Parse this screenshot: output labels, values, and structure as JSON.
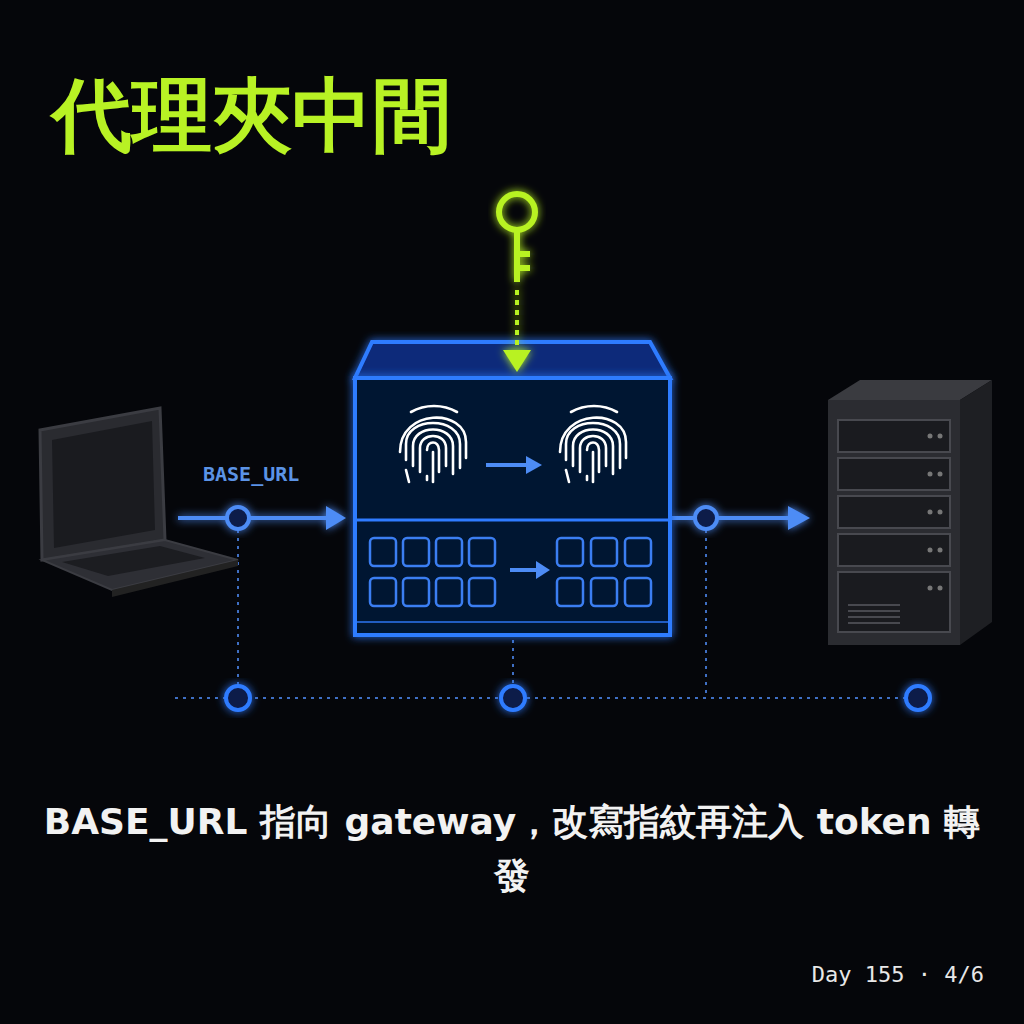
{
  "diagram": {
    "title": "代理夾中間",
    "caption": "BASE_URL 指向 gateway，改寫指紋再注入 token 轉發",
    "labels": [
      "BASE_URL",
      "Day 155 · 4/6"
    ]
  }
}
